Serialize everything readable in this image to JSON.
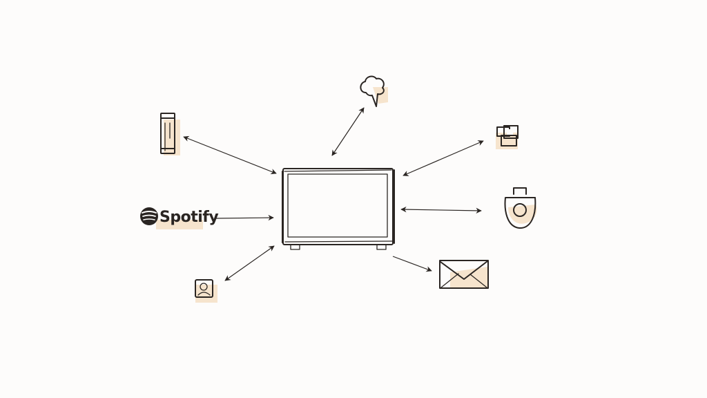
{
  "colors": {
    "ink": "#2a2522",
    "wash": "#f1cfa8",
    "background": "#fdfcfb"
  },
  "hub": {
    "icon": "monitor-icon"
  },
  "nodes": [
    {
      "id": "phone",
      "icon": "phone-icon",
      "arrow": "both"
    },
    {
      "id": "spotify",
      "icon": "spotify-icon",
      "label": "Spotify",
      "arrow": "to-hub"
    },
    {
      "id": "contact",
      "icon": "contact-card-icon",
      "arrow": "both"
    },
    {
      "id": "cloud",
      "icon": "cloud-icon",
      "arrow": "both"
    },
    {
      "id": "photos",
      "icon": "photos-icon",
      "arrow": "both"
    },
    {
      "id": "camera",
      "icon": "camera-icon",
      "arrow": "both"
    },
    {
      "id": "mail",
      "icon": "mail-icon",
      "arrow": "from-hub"
    }
  ]
}
